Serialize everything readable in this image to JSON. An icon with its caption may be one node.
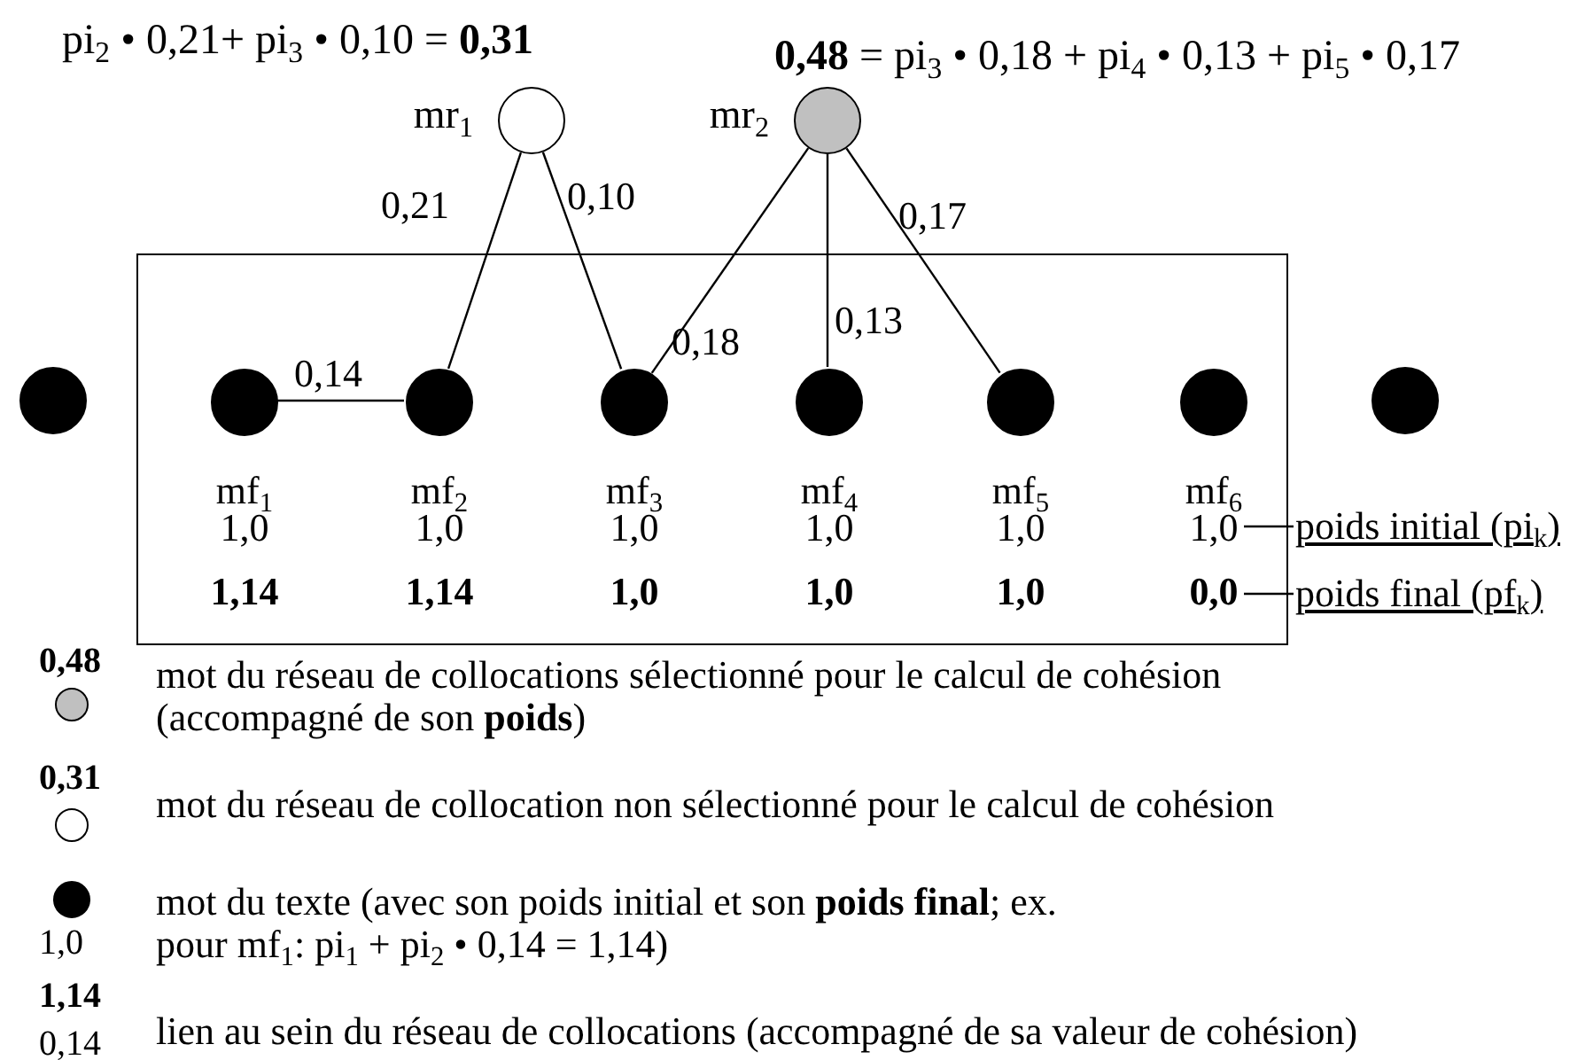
{
  "diagram": {
    "nodes": [
      {
        "text": [
          "mr$_{1}$"
        ],
        "beside": [
          "pi$_{2}$ • 0,21+ pi$_{3}$ • 0,10 = **0,31**"
        ]
      },
      {
        "text": [
          "mr$_{2}$"
        ],
        "beside": [
          "**0,48** = pi$_{3}$ • 0,18 + pi$_{4}$ • 0,13 + pi$_{5}$ • 0,17"
        ]
      },
      {
        "text": [],
        "shape": "box"
      },
      {
        "text": [],
        "shape": "circle"
      },
      {
        "text": [
          "mf$_{1}$",
          "1,0",
          "1,14"
        ],
        "in": 2
      },
      {
        "text": [
          "mf$_{2}$",
          "1,0",
          "1,14"
        ],
        "in": 2
      },
      {
        "text": [
          "mf$_{3}$",
          "1,0",
          "1,0"
        ],
        "in": 2
      },
      {
        "text": [
          "mf$_{4}$",
          "1,0",
          "1,0"
        ],
        "in": 2
      },
      {
        "text": [
          "mf$_{5}$",
          "1,0",
          "1,0"
        ],
        "in": 2
      },
      {
        "text": [
          "mf$_{6}$",
          "1,0",
          "0,0"
        ],
        "in": 2
      },
      {
        "text": [],
        "shape": "circle"
      },
      {
        "text": [
          "poids initial (pi$_{k}$)"
        ]
      },
      {
        "text": [
          "poids final (pf$_{k}$)"
        ]
      }
    ],
    "edges": [
      {
        "from": 0,
        "to": 5,
        "arrow": "none",
        "label": "0,21"
      },
      {
        "from": 0,
        "to": 6,
        "arrow": "none",
        "label": "0,10"
      },
      {
        "from": 1,
        "to": 6,
        "arrow": "none",
        "label": "0,18"
      },
      {
        "from": 1,
        "to": 7,
        "arrow": "none",
        "label": "0,13"
      },
      {
        "from": 1,
        "to": 8,
        "arrow": "none",
        "label": "0,17"
      },
      {
        "from": 4,
        "to": 5,
        "arrow": "none",
        "label": "0,14"
      },
      {
        "from": 11,
        "to": 9,
        "arrow": "none"
      },
      {
        "from": 12,
        "to": 9,
        "arrow": "none"
      }
    ],
    "labels": [
      "0,48",
      "0,31",
      "1,0",
      "1,14",
      "0,14"
    ],
    "legend": [
      {
        "text": "mot du réseau de collocations sélectionné pour le calcul de cohésion (accompagné de son **poids**)",
        "color": "#c0c0c0"
      },
      {
        "text": "mot du réseau de collocation non sélectionné pour le calcul de cohésion",
        "color": "#ffffff"
      },
      {
        "text": "mot du texte (avec son poids initial et son **poids final**; ex. pour mf$_{1}$: pi$_{1}$ + pi$_{2}$ • 0,14 = 1,14)",
        "color": "#000000"
      },
      {
        "text": "lien au sein du réseau de collocations (accompagné de sa valeur de cohésion)"
      }
    ]
  }
}
